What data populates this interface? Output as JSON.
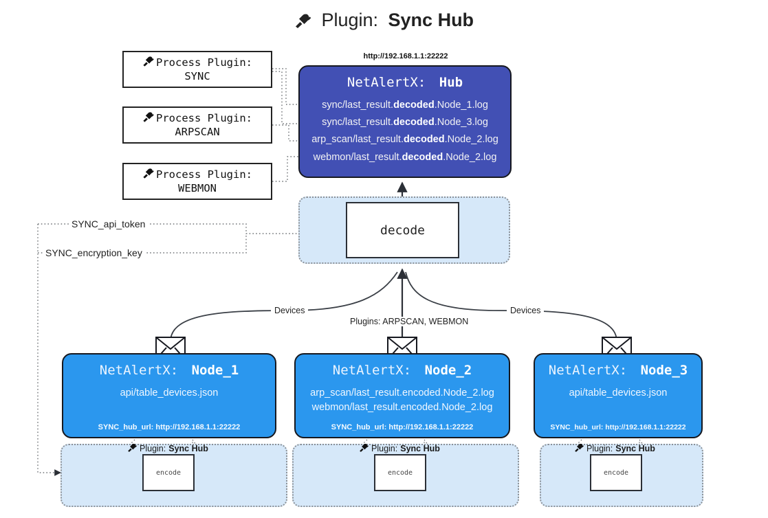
{
  "header": {
    "icon": "plug-icon",
    "prefix": "Plugin:",
    "title": "Sync Hub"
  },
  "process_plugins": [
    {
      "icon": "plug-icon",
      "label": "Process Plugin:",
      "name": "SYNC"
    },
    {
      "icon": "plug-icon",
      "label": "Process Plugin:",
      "name": "ARPSCAN"
    },
    {
      "icon": "plug-icon",
      "label": "Process Plugin:",
      "name": "WEBMON"
    }
  ],
  "hub": {
    "url": "http://192.168.1.1:22222",
    "title_prefix": "NetAlertX:",
    "title_name": "Hub",
    "logs": [
      {
        "pre": "sync/last_result.",
        "em": "decoded",
        "post": ".Node_1.log"
      },
      {
        "pre": "sync/last_result.",
        "em": "decoded",
        "post": ".Node_3.log"
      },
      {
        "pre": "arp_scan/last_result.",
        "em": "decoded",
        "post": ".Node_2.log"
      },
      {
        "pre": "webmon/last_result.",
        "em": "decoded",
        "post": ".Node_2.log"
      }
    ]
  },
  "decode": {
    "label": "decode"
  },
  "tokens": [
    {
      "label": "SYNC_api_token"
    },
    {
      "label": "SYNC_encryption_key"
    }
  ],
  "edge_labels": {
    "devices_left": "Devices",
    "devices_right": "Devices",
    "plugins_middle": "Plugins: ARPSCAN, WEBMON"
  },
  "nodes": [
    {
      "title_prefix": "NetAlertX:",
      "title_name": "Node_1",
      "lines": [
        "api/table_devices.json"
      ],
      "footer": "SYNC_hub_url: http://192.168.1.1:22222",
      "envelope_icon": "envelope-icon"
    },
    {
      "title_prefix": "NetAlertX:",
      "title_name": "Node_2",
      "lines": [
        "arp_scan/last_result.encoded.Node_2.log",
        "webmon/last_result.encoded.Node_2.log"
      ],
      "footer": "SYNC_hub_url: http://192.168.1.1:22222",
      "envelope_icon": "envelope-icon"
    },
    {
      "title_prefix": "NetAlertX:",
      "title_name": "Node_3",
      "lines": [
        "api/table_devices.json"
      ],
      "footer": "SYNC_hub_url: http://192.168.1.1:22222",
      "envelope_icon": "envelope-icon"
    }
  ],
  "encoders": [
    {
      "tag_icon": "plug-icon",
      "tag_prefix": "Plugin:",
      "tag_name": "Sync Hub",
      "label": "encode"
    },
    {
      "tag_icon": "plug-icon",
      "tag_prefix": "Plugin:",
      "tag_name": "Sync Hub",
      "label": "encode"
    },
    {
      "tag_icon": "plug-icon",
      "tag_prefix": "Plugin:",
      "tag_name": "Sync Hub",
      "label": "encode"
    }
  ],
  "colors": {
    "hub_fill": "#4250b4",
    "node_fill": "#2b97ee",
    "container_fill": "#d6e8f9",
    "border_dark": "#16181f",
    "dotted_gray": "#8b9096"
  }
}
